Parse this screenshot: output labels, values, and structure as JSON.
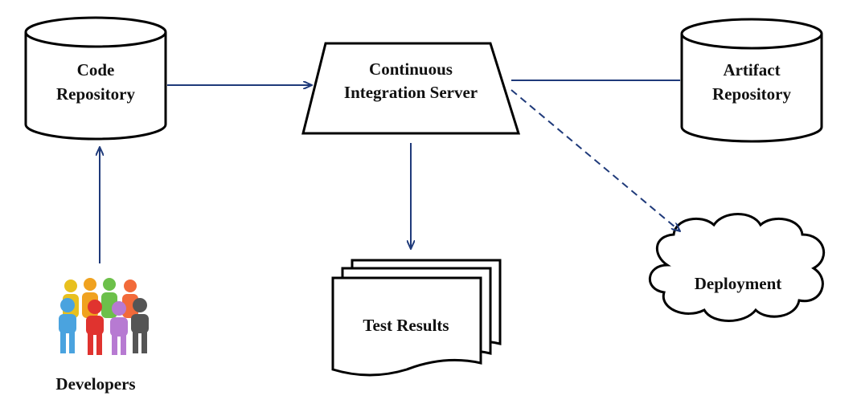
{
  "nodes": {
    "code_repository": {
      "line1": "Code",
      "line2": "Repository"
    },
    "ci_server": {
      "line1": "Continuous",
      "line2": "Integration Server"
    },
    "artifact_repository": {
      "line1": "Artifact",
      "line2": "Repository"
    },
    "test_results": {
      "label": "Test Results"
    },
    "deployment": {
      "label": "Deployment"
    },
    "developers": {
      "label": "Developers"
    }
  },
  "colors": {
    "arrow": "#1f3a7a",
    "outline": "#000000",
    "people": [
      "#f0a21f",
      "#f26a3a",
      "#6cc04a",
      "#e8c01e",
      "#4aa3df",
      "#e0332f",
      "#b77ad2",
      "#555555"
    ]
  },
  "icons": [
    "database-cylinder",
    "trapezoid-server",
    "document-stack",
    "cloud",
    "people-group"
  ]
}
